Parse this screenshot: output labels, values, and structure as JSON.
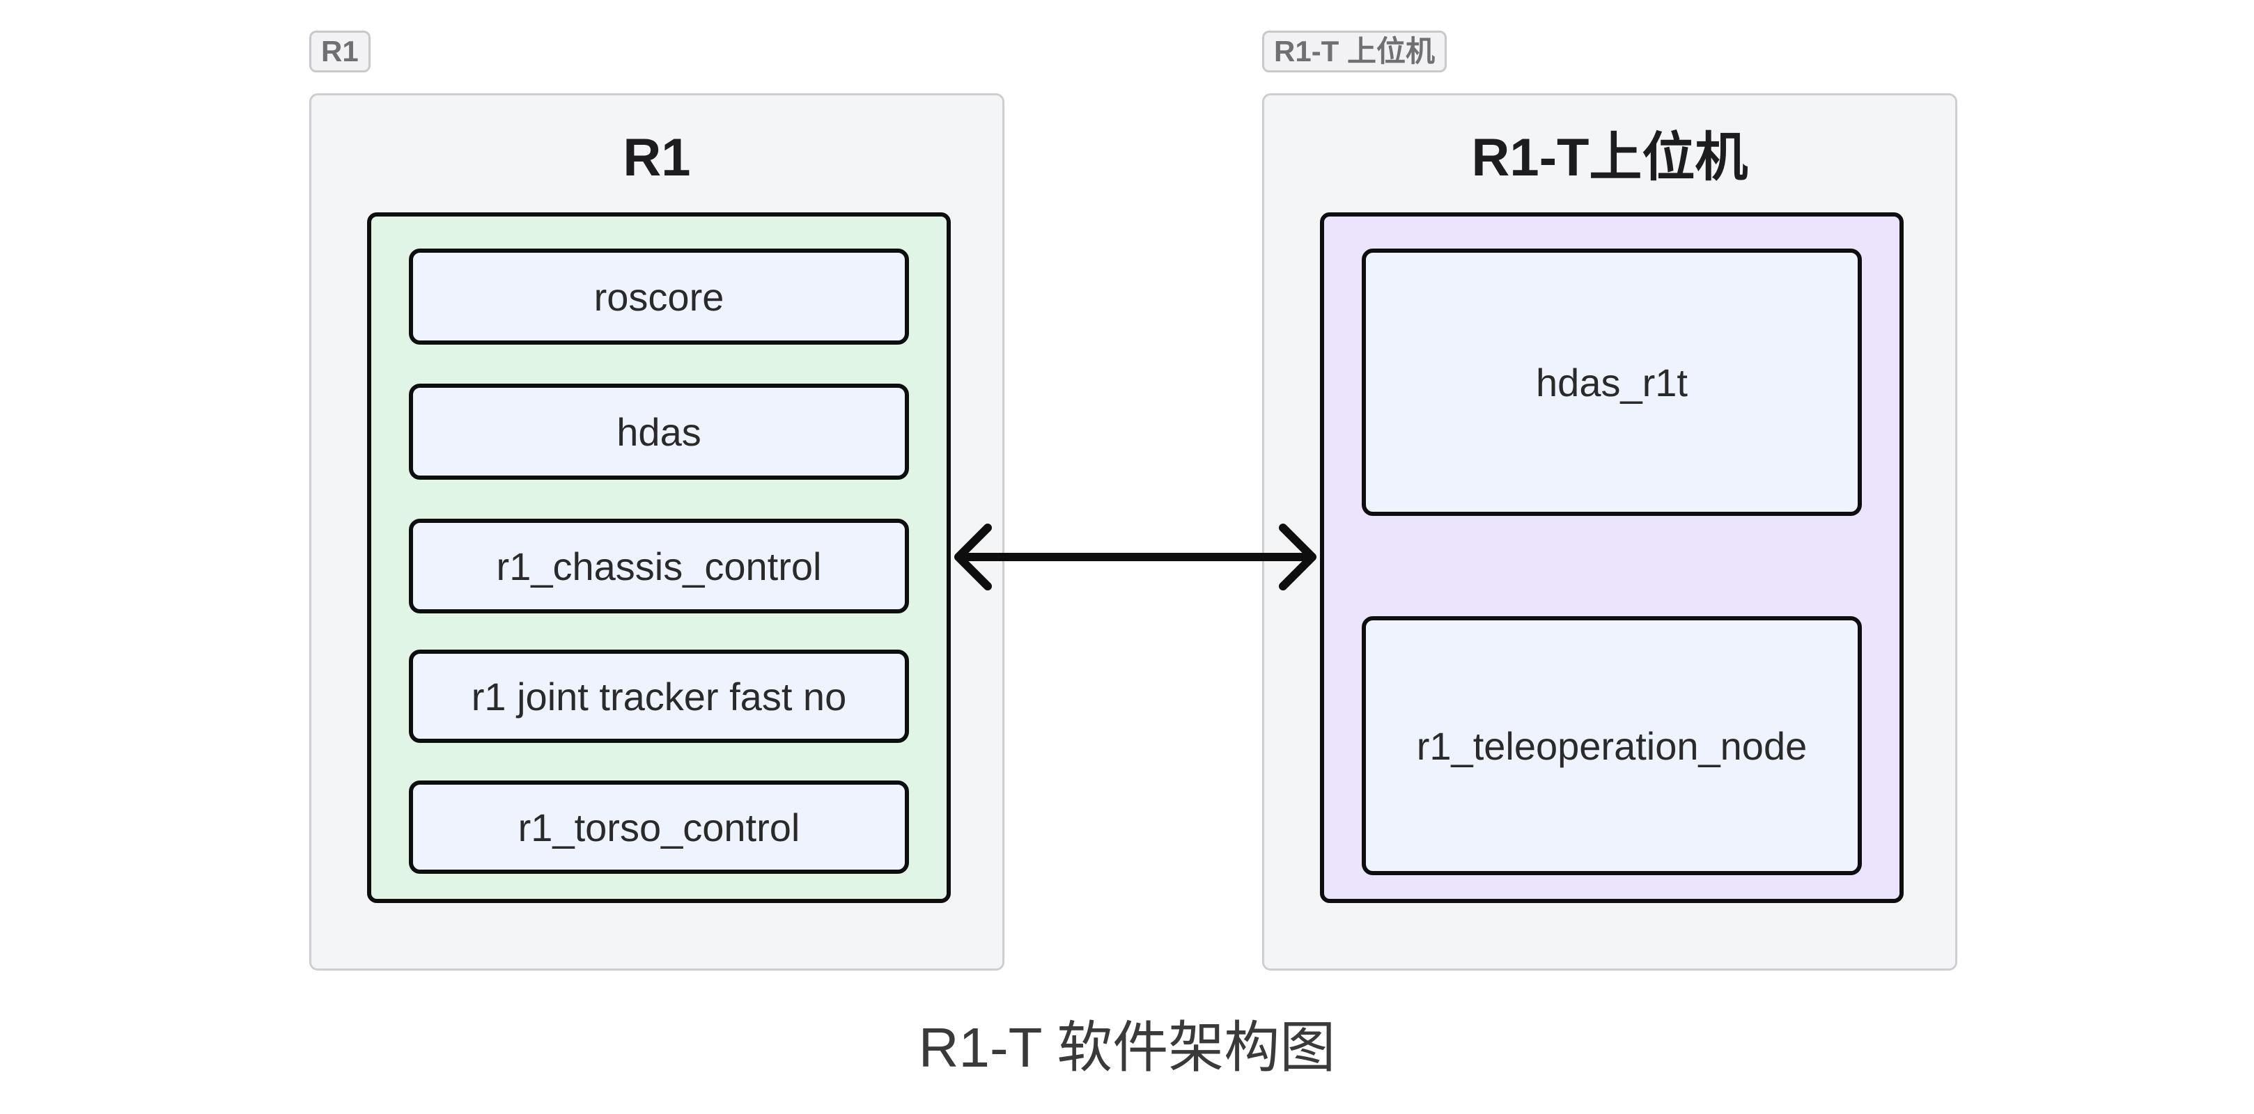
{
  "left": {
    "tag": "R1",
    "title": "R1",
    "nodes": [
      "roscore",
      "hdas",
      "r1_chassis_control",
      "r1 joint tracker fast no",
      "r1_torso_control"
    ]
  },
  "right": {
    "tag": "R1-T 上位机",
    "title": "R1-T上位机",
    "nodes": [
      "hdas_r1t",
      "r1_teleoperation_node"
    ]
  },
  "caption": "R1-T 软件架构图",
  "colors": {
    "left_group_fill": "#e0f5e6",
    "right_group_fill": "#ece3fd",
    "node_fill": "#eff3fd",
    "panel_fill": "#f4f5f7",
    "stroke": "#0e0e0e"
  },
  "connector": {
    "type": "bidirectional-arrow",
    "from": "R1",
    "to": "R1-T上位机"
  }
}
